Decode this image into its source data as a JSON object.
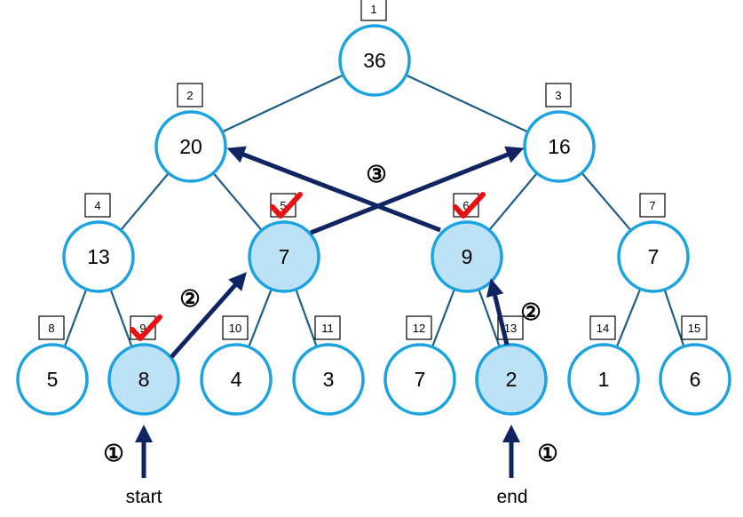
{
  "tree": {
    "nodes": [
      {
        "index": "1",
        "value": "36",
        "highlight": false,
        "checked": false
      },
      {
        "index": "2",
        "value": "20",
        "highlight": false,
        "checked": false
      },
      {
        "index": "3",
        "value": "16",
        "highlight": false,
        "checked": false
      },
      {
        "index": "4",
        "value": "13",
        "highlight": false,
        "checked": false
      },
      {
        "index": "5",
        "value": "7",
        "highlight": true,
        "checked": true
      },
      {
        "index": "6",
        "value": "9",
        "highlight": true,
        "checked": true
      },
      {
        "index": "7",
        "value": "7",
        "highlight": false,
        "checked": false
      },
      {
        "index": "8",
        "value": "5",
        "highlight": false,
        "checked": false
      },
      {
        "index": "9",
        "value": "8",
        "highlight": true,
        "checked": true
      },
      {
        "index": "10",
        "value": "4",
        "highlight": false,
        "checked": false
      },
      {
        "index": "11",
        "value": "3",
        "highlight": false,
        "checked": false
      },
      {
        "index": "12",
        "value": "7",
        "highlight": false,
        "checked": false
      },
      {
        "index": "13",
        "value": "2",
        "highlight": true,
        "checked": false
      },
      {
        "index": "14",
        "value": "1",
        "highlight": false,
        "checked": false
      },
      {
        "index": "15",
        "value": "6",
        "highlight": false,
        "checked": false
      }
    ]
  },
  "labels": {
    "start": "start",
    "end": "end"
  },
  "steps": {
    "step1": "①",
    "step2": "②",
    "step3": "③"
  },
  "colors": {
    "node_border": "#1aa3e0",
    "node_highlight": "#bde1f5",
    "edge": "#1f5f86",
    "arrow": "#0f2460",
    "check": "#e81010"
  }
}
